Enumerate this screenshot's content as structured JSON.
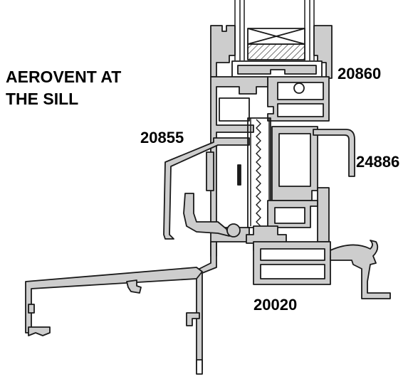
{
  "title": {
    "line1": "AEROVENT AT",
    "line2": "THE SILL"
  },
  "labels": {
    "profile_a": "20860",
    "profile_b": "20855",
    "profile_c": "24886",
    "profile_d": "20020"
  },
  "colors": {
    "profile_fill": "#cdcdcd",
    "outline": "#1a1a1a",
    "background": "#ffffff"
  }
}
